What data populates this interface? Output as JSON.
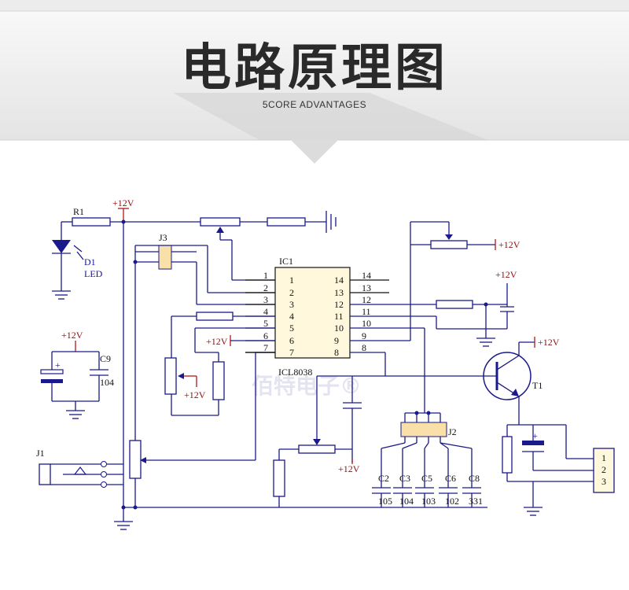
{
  "banner": {
    "title": "电路原理图",
    "subtitle": "5CORE ADVANTAGES"
  },
  "schematic": {
    "ic": {
      "ref": "IC1",
      "part": "ICL8038",
      "pins_left": [
        "1",
        "2",
        "3",
        "4",
        "5",
        "6",
        "7"
      ],
      "pins_right": [
        "14",
        "13",
        "12",
        "11",
        "10",
        "9",
        "8"
      ]
    },
    "labels": {
      "r1": "R1",
      "d1": "D1",
      "led": "LED",
      "j3": "J3",
      "j1": "J1",
      "j2": "J2",
      "t1": "T1",
      "c9": "C9",
      "c9_value": "104",
      "vcc": "+12V"
    },
    "capacitors": [
      {
        "ref": "C2",
        "value": "105"
      },
      {
        "ref": "C3",
        "value": "104"
      },
      {
        "ref": "C5",
        "value": "103"
      },
      {
        "ref": "C6",
        "value": "102"
      },
      {
        "ref": "C8",
        "value": "331"
      }
    ],
    "connector_pins": [
      "1",
      "2",
      "3"
    ],
    "watermark": "佰特电子®"
  },
  "colors": {
    "wire": "#1a1a8c",
    "power": "#b01818",
    "header": "#f8e0a8"
  }
}
